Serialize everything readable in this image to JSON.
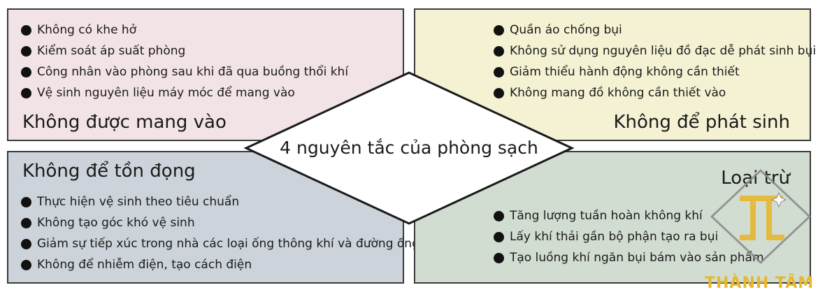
{
  "center": {
    "title": "4 nguyên tắc của phòng sạch"
  },
  "quadrants": {
    "top_left": {
      "title": "Không được mang vào",
      "items": [
        "Không có khe hở",
        "Kiểm soát áp suất phòng",
        "Công nhân vào phòng sau khi đã qua buồng thổi khí",
        "Vệ sinh nguyên liệu máy móc để mang vào"
      ]
    },
    "top_right": {
      "title": "Không để phát sinh",
      "items": [
        "Quần áo chống bụi",
        "Không sử dụng nguyên liệu đồ đạc dễ phát sinh bụi",
        "Giảm thiểu hành động không cần thiết",
        "Không mang đồ không cần thiết vào"
      ]
    },
    "bottom_left": {
      "title": "Không để tồn đọng",
      "items": [
        "Thực hiện vệ sinh theo tiêu chuẩn",
        "Không tạo góc khó vệ sinh",
        "Giảm sự tiếp xúc trong nhà các loại ống thông khí và đường ống",
        "Không để nhiễm điện, tạo cách điện"
      ]
    },
    "bottom_right": {
      "title": "Loại trừ",
      "items": [
        "Tăng lượng tuần hoàn không khí",
        "Lấy khí thải gần bộ phận tạo ra bụi",
        "Tạo luồng khí ngăn bụi bám vào sản phẩm"
      ]
    }
  },
  "watermark": {
    "text": "THÀNH TÂM",
    "color": "#e6b82e"
  },
  "colors": {
    "top_left_bg": "#f2e3e6",
    "top_right_bg": "#f4f2d3",
    "bottom_left_bg": "#ccd3da",
    "bottom_right_bg": "#d2ddd2",
    "border": "#3a3a3a"
  }
}
